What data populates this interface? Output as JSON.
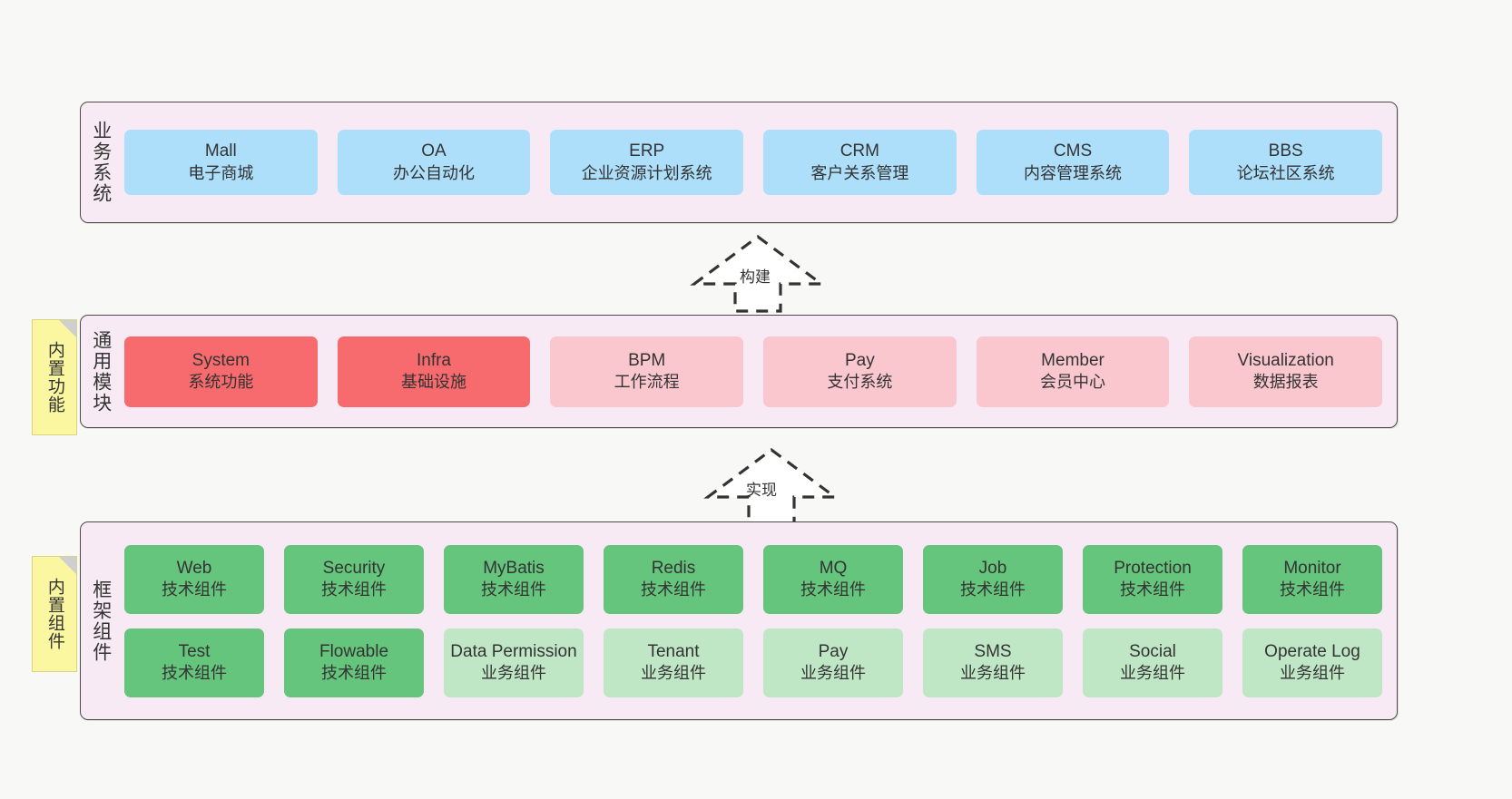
{
  "diagram": {
    "title": "ruoyi-vue-pro architecture layers",
    "colors": {
      "canvas_bg": "#f8f8f6",
      "panel_bg": "#f7eaf4",
      "panel_border": "#4a4a4a",
      "business_card": "#addffb",
      "module_core_card": "#f76a6d",
      "module_card": "#fbc7cf",
      "tech_component_card": "#66c57c",
      "business_component_card": "#bfe7c6",
      "sticky_note": "#fbf7a0"
    }
  },
  "layers": [
    {
      "key": "business",
      "title": "业务系统",
      "rows": [
        [
          {
            "en": "Mall",
            "cn": "电子商城",
            "style": "c-blue"
          },
          {
            "en": "OA",
            "cn": "办公自动化",
            "style": "c-blue"
          },
          {
            "en": "ERP",
            "cn": "企业资源计划系统",
            "style": "c-blue"
          },
          {
            "en": "CRM",
            "cn": "客户关系管理",
            "style": "c-blue"
          },
          {
            "en": "CMS",
            "cn": "内容管理系统",
            "style": "c-blue"
          },
          {
            "en": "BBS",
            "cn": "论坛社区系统",
            "style": "c-blue"
          }
        ]
      ]
    },
    {
      "key": "modules",
      "title": "通用模块",
      "rows": [
        [
          {
            "en": "System",
            "cn": "系统功能",
            "style": "c-red"
          },
          {
            "en": "Infra",
            "cn": "基础设施",
            "style": "c-red"
          },
          {
            "en": "BPM",
            "cn": "工作流程",
            "style": "c-pink"
          },
          {
            "en": "Pay",
            "cn": "支付系统",
            "style": "c-pink"
          },
          {
            "en": "Member",
            "cn": "会员中心",
            "style": "c-pink"
          },
          {
            "en": "Visualization",
            "cn": "数据报表",
            "style": "c-pink"
          }
        ]
      ]
    },
    {
      "key": "framework",
      "title": "框架组件",
      "rows": [
        [
          {
            "en": "Web",
            "cn": "技术组件",
            "style": "c-green"
          },
          {
            "en": "Security",
            "cn": "技术组件",
            "style": "c-green"
          },
          {
            "en": "MyBatis",
            "cn": "技术组件",
            "style": "c-green"
          },
          {
            "en": "Redis",
            "cn": "技术组件",
            "style": "c-green"
          },
          {
            "en": "MQ",
            "cn": "技术组件",
            "style": "c-green"
          },
          {
            "en": "Job",
            "cn": "技术组件",
            "style": "c-green"
          },
          {
            "en": "Protection",
            "cn": "技术组件",
            "style": "c-green"
          },
          {
            "en": "Monitor",
            "cn": "技术组件",
            "style": "c-green"
          }
        ],
        [
          {
            "en": "Test",
            "cn": "技术组件",
            "style": "c-green"
          },
          {
            "en": "Flowable",
            "cn": "技术组件",
            "style": "c-green"
          },
          {
            "en": "Data Permission",
            "cn": "业务组件",
            "style": "c-greenlight"
          },
          {
            "en": "Tenant",
            "cn": "业务组件",
            "style": "c-greenlight"
          },
          {
            "en": "Pay",
            "cn": "业务组件",
            "style": "c-greenlight"
          },
          {
            "en": "SMS",
            "cn": "业务组件",
            "style": "c-greenlight"
          },
          {
            "en": "Social",
            "cn": "业务组件",
            "style": "c-greenlight"
          },
          {
            "en": "Operate Log",
            "cn": "业务组件",
            "style": "c-greenlight"
          }
        ]
      ]
    }
  ],
  "sticky_notes": [
    {
      "key": "builtin-features",
      "text": "内置功能"
    },
    {
      "key": "builtin-components",
      "text": "内置组件"
    }
  ],
  "arrows": [
    {
      "key": "build",
      "label": "构建"
    },
    {
      "key": "implement",
      "label": "实现"
    }
  ]
}
